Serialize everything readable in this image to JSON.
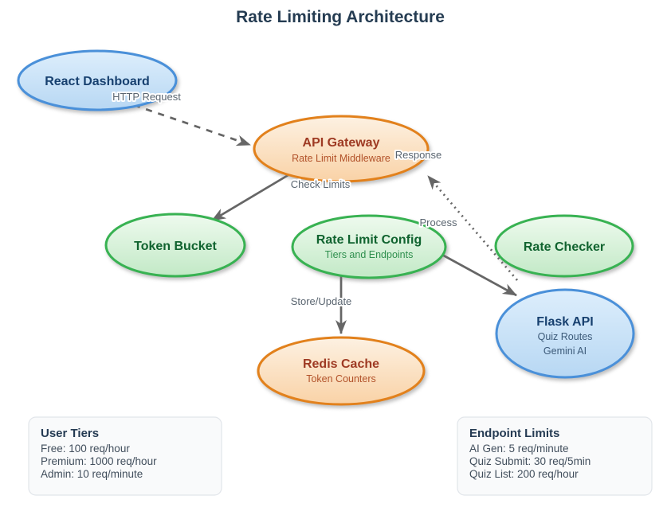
{
  "title": "Rate Limiting Architecture",
  "nodes": {
    "react_dashboard": {
      "label": "React Dashboard"
    },
    "api_gateway": {
      "label": "API Gateway",
      "sublabel": "Rate Limit Middleware"
    },
    "token_bucket": {
      "label": "Token Bucket"
    },
    "rate_limit_config             ": {
      "label": ""
    },
    "rate_limit_config_node": {
      "label": "Rate Limit Config",
      "sublabel": "Tiers and Endpoints"
    },
    "rate_checker": {
      "label": "Rate Checker"
    },
    "flask_api": {
      "label": "Flask API",
      "sublabel1": "Quiz Routes",
      "sublabel2": "Gemini AI"
    },
    "redis_cache": {
      "label": "Redis Cache",
      "sublabel": "Token Counters"
    }
  },
  "edges": {
    "http_request": {
      "label": "HTTP Request",
      "style": "dashed",
      "from": "react_dashboard",
      "to": "api_gateway"
    },
    "check_limits": {
      "label": "Check Limits",
      "style": "solid",
      "from": "api_gateway",
      "to": "token_bucket"
    },
    "process": {
      "label": "Process",
      "style": "solid",
      "from": "rate_limit_config",
      "to": "flask_api"
    },
    "response": {
      "label": "Response",
      "style": "dotted",
      "from": "flask_api",
      "to": "api_gateway"
    },
    "store_update": {
      "label": "Store/Update",
      "style": "solid",
      "from": "rate_limit_config",
      "to": "redis_cache"
    }
  },
  "boxes": {
    "user_tiers": {
      "title": "User Tiers",
      "lines": [
        "Free: 100 req/hour",
        "Premium: 1000 req/hour",
        "Admin: 10 req/minute"
      ]
    },
    "endpoint_limits": {
      "title": "Endpoint Limits",
      "lines": [
        "AI Gen: 5 req/minute",
        "Quiz Submit: 30 req/5min",
        "Quiz List: 200 req/hour"
      ]
    }
  },
  "colors": {
    "title_color": "#253c52",
    "blue_border": "#4a90d9",
    "blue_fill_top": "#ddeefc",
    "blue_fill_bottom": "#b7d7f3",
    "blue_text": "#17406f",
    "blue_subtext": "#3c5a79",
    "orange_border": "#e2811c",
    "orange_fill_top": "#fdf1e2",
    "orange_fill_bottom": "#f9d2a6",
    "orange_text": "#9e3a23",
    "orange_subtext": "#b2522a",
    "green_border": "#38b252",
    "green_fill_top": "#eefaee",
    "green_fill_bottom": "#c2e9c6",
    "green_text": "#10632f",
    "green_subtext": "#2f8f4e",
    "edge_color": "#666666",
    "edge_label_color": "#5a6570",
    "box_bg": "#f9fafb",
    "box_border": "#e1e5ea",
    "box_title_color": "#253b53",
    "box_text_color": "#414e5c"
  }
}
